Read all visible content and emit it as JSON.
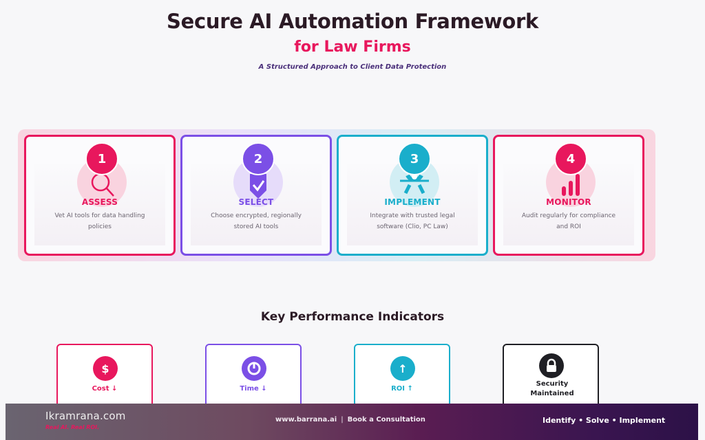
{
  "header": {
    "title": "Secure AI Automation Framework",
    "subtitle": "for Law Firms",
    "tagline": "A Structured Approach to Client Data Protection"
  },
  "steps": [
    {
      "number": "1",
      "name": "ASSESS",
      "desc": "Vet AI tools for data handling policies",
      "icon": "magnifier-icon",
      "color": "#e8175d",
      "halo": "#f9d3df"
    },
    {
      "number": "2",
      "name": "SELECT",
      "desc": "Choose encrypted, regionally stored AI tools",
      "icon": "shield-check-icon",
      "color": "#7b4fe6",
      "halo": "#e6dcfa"
    },
    {
      "number": "3",
      "name": "IMPLEMENT",
      "desc": "Integrate with trusted legal software (Clio, PC Law)",
      "icon": "integration-icon",
      "color": "#1aaecb",
      "halo": "#d2eef4"
    },
    {
      "number": "4",
      "name": "MONITOR",
      "desc": "Audit regularly for compliance and ROI",
      "icon": "bar-chart-icon",
      "color": "#e8175d",
      "halo": "#f9d3df"
    }
  ],
  "kpis": {
    "title": "Key Performance Indicators",
    "items": [
      {
        "label": "Cost ↓",
        "icon": "dollar-icon",
        "glyph": "$",
        "color": "#e8175d"
      },
      {
        "label": "Time ↓",
        "icon": "clock-icon",
        "glyph": "",
        "color": "#7b4fe6"
      },
      {
        "label": "ROI ↑",
        "icon": "arrow-up-icon",
        "glyph": "↑",
        "color": "#1aaecb"
      },
      {
        "label": "Security Maintained",
        "icon": "lock-icon",
        "glyph": "",
        "color": "#1f1f24"
      }
    ]
  },
  "footer": {
    "brand": "Ikramrana.com",
    "brand_tag": "Real AI. Real ROI.",
    "website": "www.barrana.ai",
    "separator": "|",
    "cta": "Book a Consultation",
    "motto": "Identify • Solve • Implement"
  }
}
